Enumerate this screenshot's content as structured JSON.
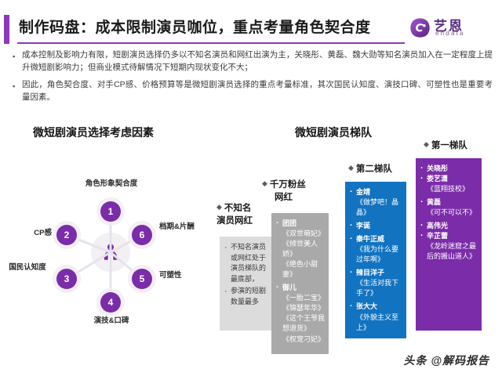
{
  "header": {
    "title": "制作码盘：成本限制演员咖位，重点考量角色契合度",
    "accent_color": "#8d36bf",
    "logo": {
      "name": "艺恩",
      "sub": "endata",
      "icon": "endata-logo-icon"
    }
  },
  "bullets": [
    "成本控制及影响力有限，短剧演员选择仍多以不知名演员和网红出演为主，关晓彤、黄磊、魏大勋等知名演员加入在一定程度上提升微短剧影响力；但商业模式待解情况下短期内现状变化不大；",
    "因此，角色契合度、对手CP感、价格预算等是微短剧演员选择的重点考量标准，其次国民认知度、演技口碑、可塑性也是重要考量因素。"
  ],
  "left_panel": {
    "title": "微短剧演员选择考虑因素",
    "center_icon": "actor-person-icon",
    "nodes": [
      {
        "number": "1",
        "label": "角色形象契合度"
      },
      {
        "number": "2",
        "label": "CP感"
      },
      {
        "number": "3",
        "label": "国民认知度"
      },
      {
        "number": "4",
        "label": "演技&口碑"
      },
      {
        "number": "5",
        "label": "可塑性"
      },
      {
        "number": "6",
        "label": "档期&片酬"
      }
    ],
    "node_color": "#7b2ca8"
  },
  "right_panel": {
    "title": "微短剧演员梯队",
    "bullet_glyph": "◆",
    "tiers": [
      {
        "id": "unknown",
        "heading_line1": "不知名",
        "heading_line2": "演员网红",
        "color": "#dcdcdc",
        "text_color": "#3a3a3a",
        "notes": [
          "不知名演员或网红处于演员梯队的最底部，",
          "参演的短剧数量最多"
        ],
        "groups": []
      },
      {
        "id": "fans",
        "heading_line1": "千万粉丝",
        "heading_line2": "网红",
        "color": "#a9a9a9",
        "text_color": "#ffffff",
        "notes": [],
        "groups": [
          {
            "name": "团团",
            "works": [
              "《双世萌妃》",
              "《倾世美人娇》",
              "《绝色小甜妻》"
            ]
          },
          {
            "name": "御儿",
            "works": [
              "《一胎二宝》",
              "《锦瑟年华》",
              "《这个王爷我想退货》",
              "《权宠刁妃》"
            ]
          }
        ]
      },
      {
        "id": "second",
        "heading_line1": "第二梯队",
        "heading_line2": "",
        "color": "#1273c0",
        "text_color": "#ffffff",
        "notes": [],
        "groups": [
          {
            "name": "金靖",
            "works": [
              "《做梦吧！晶晶》"
            ]
          },
          {
            "name": "李诞",
            "works": []
          },
          {
            "name": "秦牛正威",
            "works": [
              "《我为什么要过年啊》"
            ]
          },
          {
            "name": "辣目洋子",
            "works": [
              "《生活对我下手了》"
            ]
          },
          {
            "name": "张大大",
            "works": [
              "《外貌主义至上》"
            ]
          }
        ]
      },
      {
        "id": "first",
        "heading_line1": "第一梯队",
        "heading_line2": "",
        "color": "#7b2ca8",
        "text_color": "#ffffff",
        "notes": [],
        "groups": [
          {
            "name": "关晓彤",
            "works": []
          },
          {
            "name": "娄艺潇",
            "works": [
              "《蓝翔技校》"
            ]
          },
          {
            "name": "黄磊",
            "works": [
              "《可不可以不》"
            ]
          },
          {
            "name": "高伟光",
            "works": []
          },
          {
            "name": "辛芷蕾",
            "works": [
              "《龙岭迷窟之最后的搬山道人》"
            ]
          }
        ]
      }
    ]
  },
  "footer": {
    "watermark": "头条 @解码报告"
  }
}
